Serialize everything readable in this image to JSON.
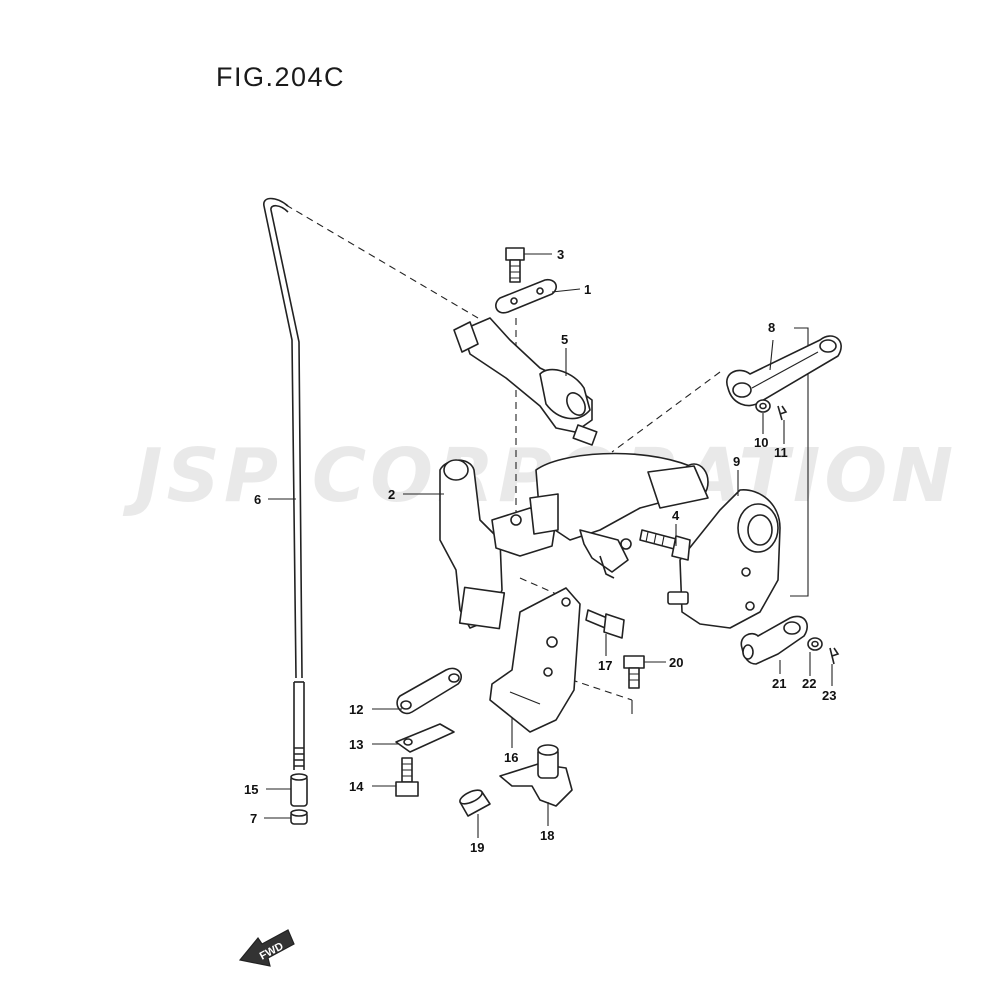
{
  "figure": {
    "title": "FIG.204C",
    "watermark": "JSP CORPORATION",
    "direction_label": "FWD"
  },
  "callouts": [
    {
      "id": "3",
      "label": "3"
    },
    {
      "id": "1",
      "label": "1"
    },
    {
      "id": "5",
      "label": "5"
    },
    {
      "id": "8",
      "label": "8"
    },
    {
      "id": "10",
      "label": "10"
    },
    {
      "id": "11",
      "label": "11"
    },
    {
      "id": "9",
      "label": "9"
    },
    {
      "id": "6",
      "label": "6"
    },
    {
      "id": "2",
      "label": "2"
    },
    {
      "id": "4",
      "label": "4"
    },
    {
      "id": "17",
      "label": "17"
    },
    {
      "id": "20",
      "label": "20"
    },
    {
      "id": "21",
      "label": "21"
    },
    {
      "id": "22",
      "label": "22"
    },
    {
      "id": "23",
      "label": "23"
    },
    {
      "id": "12",
      "label": "12"
    },
    {
      "id": "13",
      "label": "13"
    },
    {
      "id": "16",
      "label": "16"
    },
    {
      "id": "14",
      "label": "14"
    },
    {
      "id": "15",
      "label": "15"
    },
    {
      "id": "7",
      "label": "7"
    },
    {
      "id": "19",
      "label": "19"
    },
    {
      "id": "18",
      "label": "18"
    }
  ],
  "colors": {
    "line": "#222222",
    "watermark": "#000000"
  }
}
